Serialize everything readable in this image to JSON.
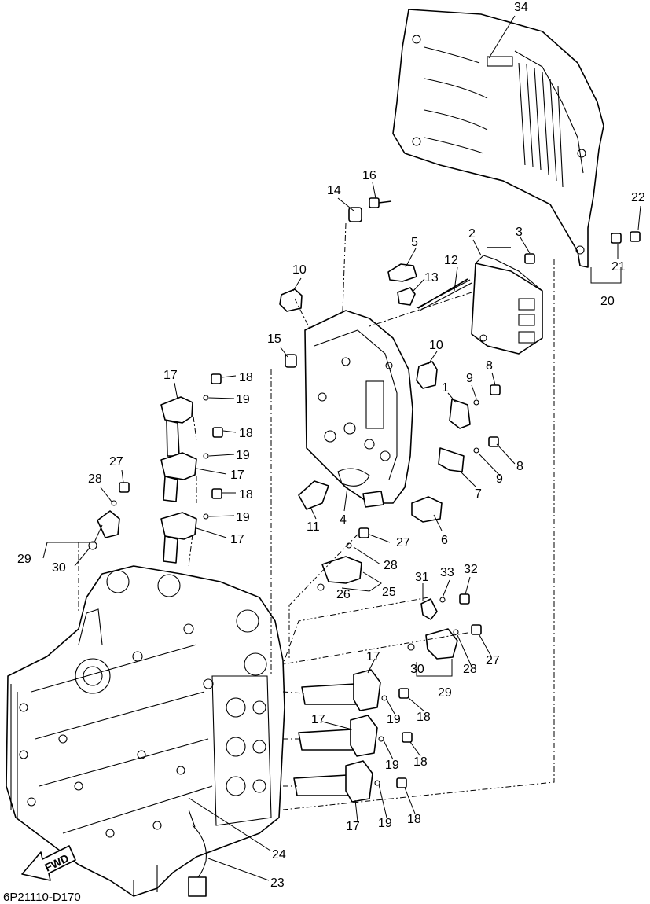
{
  "diagram": {
    "drawing_code": "6P21110-D170",
    "direction_label": "FWD",
    "callouts": [
      "1",
      "2",
      "3",
      "4",
      "5",
      "6",
      "7",
      "8",
      "8",
      "9",
      "9",
      "10",
      "10",
      "11",
      "12",
      "13",
      "14",
      "15",
      "16",
      "17",
      "17",
      "17",
      "17",
      "17",
      "17",
      "18",
      "18",
      "18",
      "18",
      "18",
      "18",
      "19",
      "19",
      "19",
      "19",
      "19",
      "19",
      "20",
      "21",
      "22",
      "23",
      "24",
      "25",
      "26",
      "27",
      "27",
      "27",
      "28",
      "28",
      "28",
      "29",
      "29",
      "30",
      "30",
      "31",
      "32",
      "33",
      "34"
    ]
  }
}
